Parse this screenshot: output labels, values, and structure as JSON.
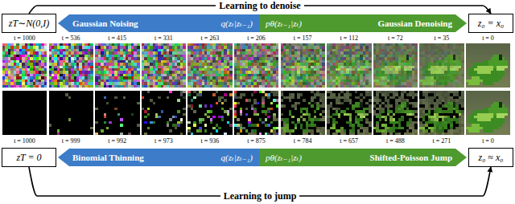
{
  "diagram": {
    "nodes": [
      {
        "text": [
          "zT∼N(0,I)"
        ]
      },
      {
        "text": [
          "Gaussian Noising",
          "q(zₜ|zₜ₋₁)"
        ]
      },
      {
        "text": [
          "pθ(zₜ₋₁|zₜ)",
          "Gaussian Denoising"
        ]
      },
      {
        "text": [
          "z₀ = x₀"
        ]
      },
      {
        "text": [
          "zT = 0"
        ]
      },
      {
        "text": [
          "Binomial Thinning",
          "q(zₜ|zₜ₋₁)"
        ]
      },
      {
        "text": [
          "pθ(zₜ₋₁|zₜ)",
          "Shifted-Poisson Jump"
        ]
      },
      {
        "text": [
          "z₀ ≈ x₀"
        ]
      }
    ],
    "edges": [
      {
        "from": 0,
        "to": 3,
        "label": "Learning to denoise",
        "arrow": "to"
      },
      {
        "from": 4,
        "to": 7,
        "label": "Learning to jump",
        "arrow": "to"
      }
    ],
    "labels": [
      "t = 1000",
      "t = 536",
      "t = 415",
      "t = 331",
      "t = 263",
      "t = 206",
      "t = 157",
      "t = 112",
      "t = 72",
      "t = 35",
      "t = 0",
      "t = 1000",
      "t = 999",
      "t = 992",
      "t = 973",
      "t = 936",
      "t = 875",
      "t = 784",
      "t = 657",
      "t = 488",
      "t = 271",
      "t = 0"
    ]
  }
}
